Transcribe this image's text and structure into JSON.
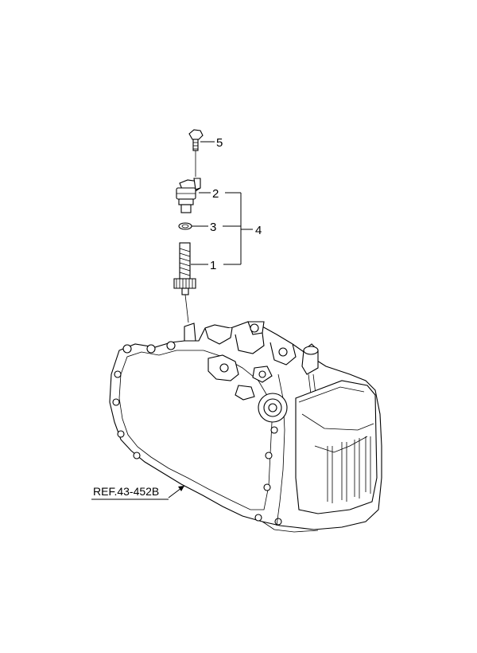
{
  "callouts": {
    "bolt": "5",
    "sensor": "2",
    "o_ring": "3",
    "assembly": "4",
    "driven_gear": "1"
  },
  "reference_label": "REF.43-452B"
}
